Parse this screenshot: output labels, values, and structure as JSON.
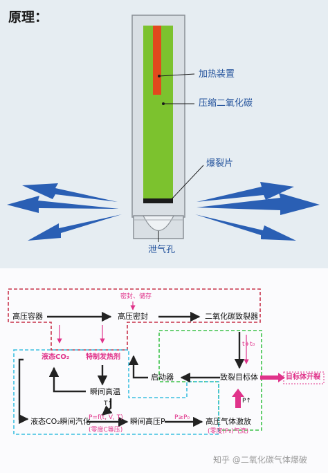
{
  "title": "原理：",
  "labels": {
    "heater": "加热装置",
    "co2": "压缩二氧化碳",
    "burst": "爆裂片",
    "vent": "泄气孔"
  },
  "flow": {
    "top_note": "密封、储存",
    "n1": "高压容器",
    "n2": "高压密封",
    "n3": "二氧化碳致裂器",
    "n4": "液态CO₂",
    "n5": "特制发热剂",
    "n6": "启动器",
    "n7": "致裂目标体",
    "n8": "目标体开裂",
    "n9": "瞬间高温",
    "n10": "液态CO₂瞬间汽化",
    "n11": "瞬间高压P",
    "n12": "高压气体激放",
    "t1": "T↑",
    "t2": "P↑",
    "p1": "P=f(t, V, T)",
    "p1b": "(零度C等压)",
    "p2": "P≥P₀",
    "p3": "(零度(P₀)气流)",
    "p4": "t+t₀"
  },
  "watermark": "知乎 @二氧化碳气体爆破",
  "colors": {
    "green_fill": "#7cc22e",
    "heater_red": "#e2491d",
    "arrow_blue": "#2a5fb4",
    "dash_red": "#c8324a",
    "dash_green": "#3cc24a",
    "dash_cyan": "#3bbfe0",
    "pink": "#e0338a"
  }
}
